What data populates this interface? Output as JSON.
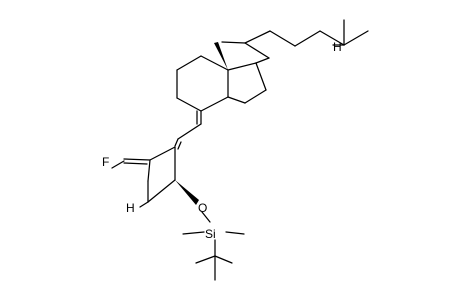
{
  "molecule": {
    "atom_labels": {
      "fluorine": "F",
      "hydrogen_ring": "H",
      "hydrogen_chain": "H",
      "oxygen": "O",
      "silicon": "Si"
    }
  }
}
